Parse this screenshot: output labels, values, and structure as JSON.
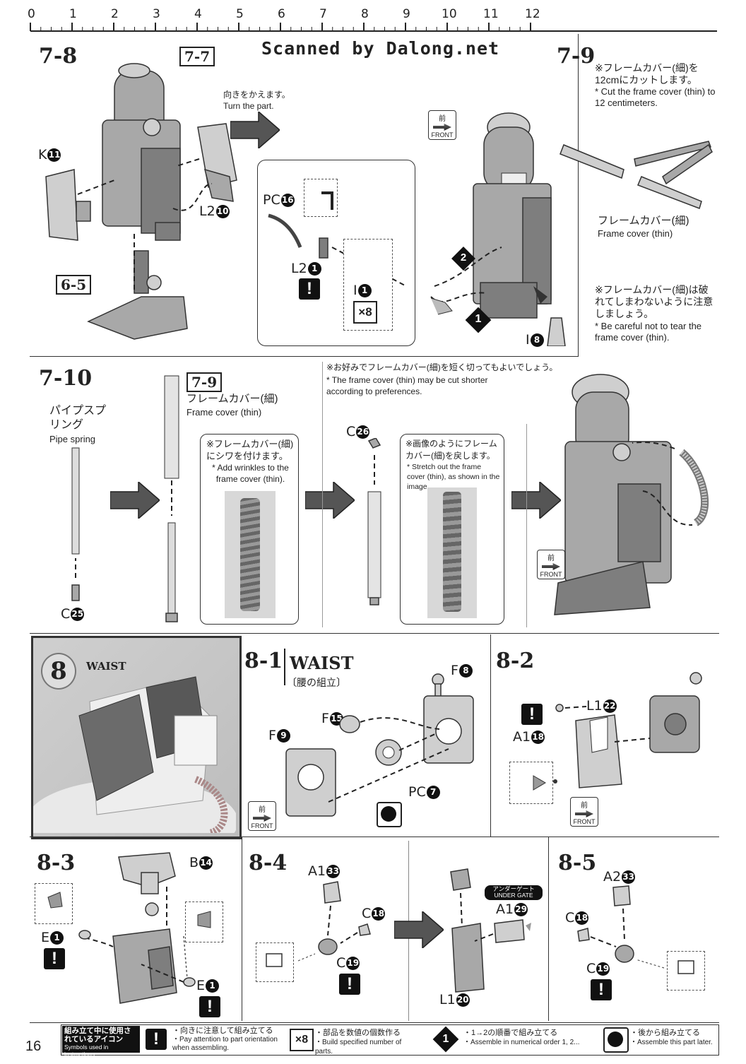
{
  "ruler": [
    "0",
    "1",
    "2",
    "3",
    "4",
    "5",
    "6",
    "7",
    "8",
    "9",
    "10",
    "11",
    "12"
  ],
  "watermark": "Scanned by Dalong.net",
  "page_number": "16",
  "front_label_jp": "前",
  "front_label_en": "FRONT",
  "step_7_8": {
    "title": "7-8",
    "ref_a": "7-7",
    "ref_b": "6-5",
    "turn_jp": "向きをかえます。",
    "turn_en": "Turn the part.",
    "part_k": "K",
    "part_k_num": "11",
    "part_l2": "L2",
    "part_l2_num": "10",
    "inset_pc": "PC",
    "inset_pc_num": "16",
    "inset_l2": "L2",
    "inset_l2_num": "1",
    "inset_i": "I",
    "inset_i_num": "1",
    "inset_count": "×8",
    "order_1": "1",
    "order_2": "2",
    "part_i8": "I",
    "part_i8_num": "8"
  },
  "step_7_9": {
    "title": "7-9",
    "note1_jp": "※フレームカバー(細)を12cmにカットします。",
    "note1_en": "* Cut the frame cover (thin) to 12 centimeters.",
    "label_jp": "フレームカバー(細)",
    "label_en": "Frame cover (thin)",
    "note2_jp": "※フレームカバー(細)は破れてしまわないように注意しましょう。",
    "note2_en": "* Be careful not to tear the frame cover (thin)."
  },
  "step_7_10": {
    "title": "7-10",
    "ref": "7-9",
    "pipe_jp": "パイプスプリング",
    "pipe_en": "Pipe spring",
    "cover_jp": "フレームカバー(細)",
    "cover_en": "Frame cover (thin)",
    "part_c25": "C",
    "part_c25_num": "25",
    "part_c26": "C",
    "part_c26_num": "26",
    "note_short_jp": "※お好みでフレームカバー(細)を短く切ってもよいでしょう。",
    "note_short_en": "* The frame cover (thin) may be cut shorter according to preferences.",
    "wrinkle_jp": "※フレームカバー(細)にシワを付けます。",
    "wrinkle_en": "* Add wrinkles to the frame cover (thin).",
    "stretch_jp": "※画像のようにフレームカバー(細)を戻します。",
    "stretch_en": "* Stretch out the frame cover (thin), as shown in the image."
  },
  "step_8": {
    "title": "8",
    "subtitle": "WAIST"
  },
  "step_8_1": {
    "title": "8-1",
    "heading": "WAIST",
    "heading_jp": "〔腰の組立〕",
    "parts": [
      {
        "code": "F",
        "num": "8"
      },
      {
        "code": "F",
        "num": "15"
      },
      {
        "code": "F",
        "num": "9"
      },
      {
        "code": "PC",
        "num": "7"
      }
    ]
  },
  "step_8_2": {
    "title": "8-2",
    "parts": [
      {
        "code": "L1",
        "num": "22"
      },
      {
        "code": "A1",
        "num": "18"
      }
    ]
  },
  "step_8_3": {
    "title": "8-3",
    "parts": [
      {
        "code": "B",
        "num": "14"
      },
      {
        "code": "E",
        "num": "1"
      },
      {
        "code": "E",
        "num": "1"
      }
    ]
  },
  "step_8_4": {
    "title": "8-4",
    "parts": [
      {
        "code": "A1",
        "num": "33"
      },
      {
        "code": "C",
        "num": "18"
      },
      {
        "code": "C",
        "num": "19"
      },
      {
        "code": "A1",
        "num": "29"
      },
      {
        "code": "L1",
        "num": "20"
      }
    ],
    "under_gate_jp": "アンダーゲート",
    "under_gate_en": "UNDER GATE"
  },
  "step_8_5": {
    "title": "8-5",
    "parts": [
      {
        "code": "A2",
        "num": "33"
      },
      {
        "code": "C",
        "num": "18"
      },
      {
        "code": "C",
        "num": "19"
      }
    ]
  },
  "legend": {
    "title_jp": "組み立て中に使用されているアイコン",
    "title_en": "Symbols used in instructions",
    "items": [
      {
        "icon": "!",
        "jp": "・向きに注意して組み立てる",
        "en": "・Pay attention to part orientation when assembling."
      },
      {
        "icon": "×8",
        "jp": "・部品を数値の個数作る",
        "en": "・Build specified number of parts."
      },
      {
        "icon": "1",
        "jp": "・1→2の順番で組み立てる",
        "en": "・Assemble in numerical order 1, 2..."
      },
      {
        "icon": "●",
        "jp": "・後から組み立てる",
        "en": "・Assemble this part later."
      }
    ]
  }
}
